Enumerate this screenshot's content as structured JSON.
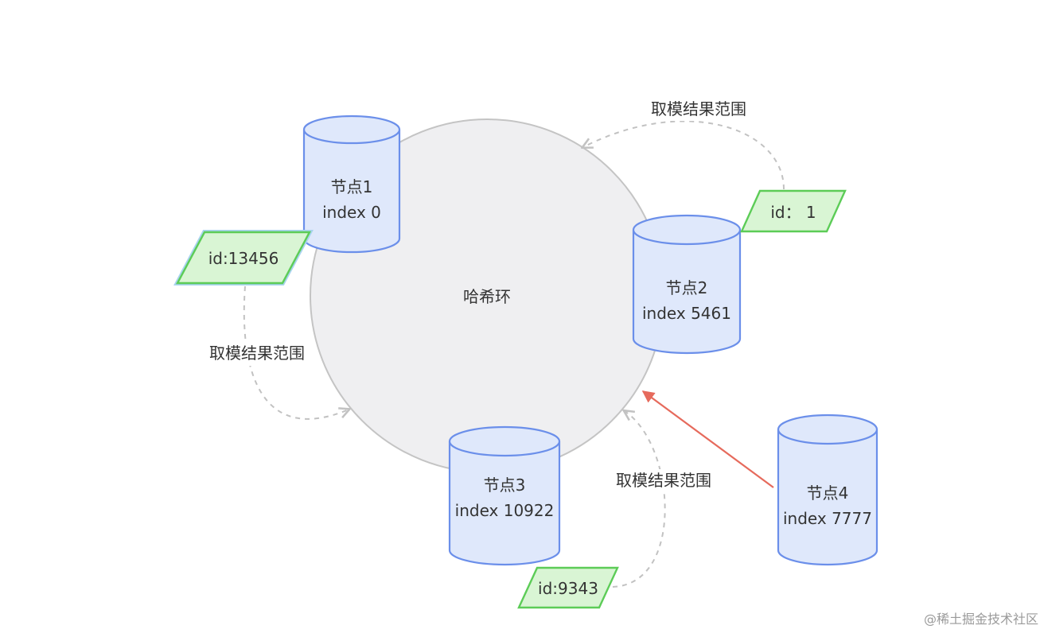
{
  "diagram": {
    "ring_label": "哈希环",
    "nodes": [
      {
        "name": "节点1",
        "index": "index 0"
      },
      {
        "name": "节点2",
        "index": "index 5461"
      },
      {
        "name": "节点3",
        "index": "index 10922"
      },
      {
        "name": "节点4",
        "index": "index 7777"
      }
    ],
    "ids": [
      {
        "label": "id:13456"
      },
      {
        "label": "id：  1"
      },
      {
        "label": "id:9343"
      }
    ],
    "edge_labels": [
      "取模结果范围",
      "取模结果范围",
      "取模结果范围"
    ],
    "watermark": "@稀土掘金技术社区",
    "colors": {
      "ring_fill": "#efeff1",
      "ring_stroke": "#c4c4c4",
      "node_fill": "#dfe8fb",
      "node_stroke": "#6b8fea",
      "id_fill": "#d9f5d4",
      "id_stroke": "#5ccc57",
      "dashed_edge": "#c2c2c2",
      "red_arrow": "#e66a5c",
      "text": "#333333"
    }
  }
}
